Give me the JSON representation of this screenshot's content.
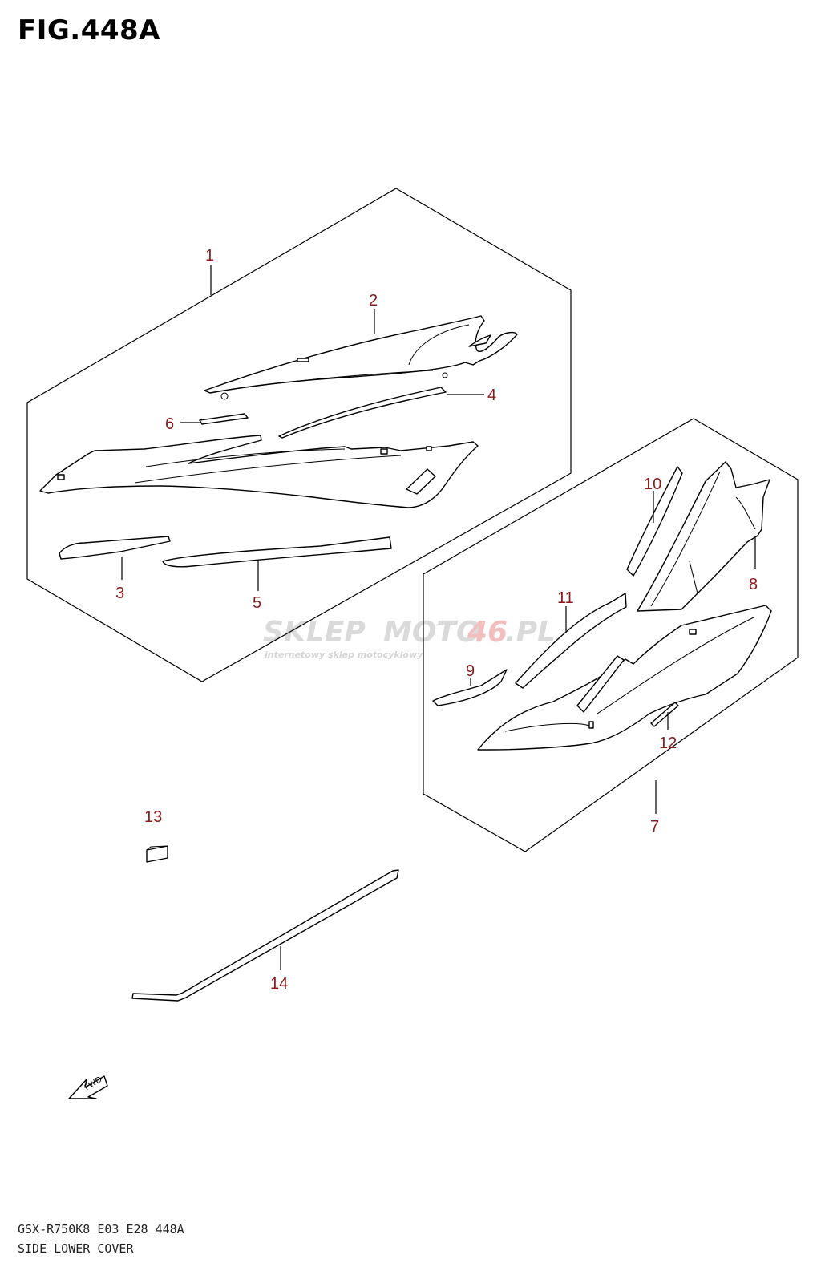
{
  "figure": {
    "title": "FIG.448A",
    "model_code": "GSX-R750K8_E03_E28_448A",
    "section_name": "SIDE LOWER COVER"
  },
  "callouts": [
    {
      "id": "1"
    },
    {
      "id": "2"
    },
    {
      "id": "3"
    },
    {
      "id": "4"
    },
    {
      "id": "5"
    },
    {
      "id": "6"
    },
    {
      "id": "7"
    },
    {
      "id": "8"
    },
    {
      "id": "9"
    },
    {
      "id": "10"
    },
    {
      "id": "11"
    },
    {
      "id": "12"
    },
    {
      "id": "13"
    },
    {
      "id": "14"
    }
  ],
  "fwd_marker": {
    "label": "FWD"
  },
  "watermark": {
    "brand_a": "SKLEP",
    "brand_b": "MOTO",
    "brand_c": "46",
    "brand_d": ".PL",
    "tagline": "internetowy sklep motocyklowy"
  },
  "colors": {
    "callout_text": "#8b1a1a",
    "watermark_gray": "#d6d6d6",
    "watermark_red": "#f2b8b8"
  }
}
